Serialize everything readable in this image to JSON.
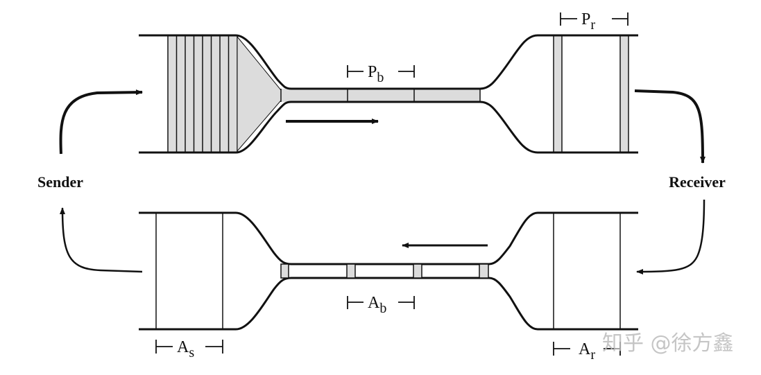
{
  "labels": {
    "sender": "Sender",
    "receiver": "Receiver",
    "pb": {
      "main": "P",
      "sub": "b"
    },
    "pr": {
      "main": "P",
      "sub": "r"
    },
    "ab": {
      "main": "A",
      "sub": "b"
    },
    "as": {
      "main": "A",
      "sub": "s"
    },
    "ar": {
      "main": "A",
      "sub": "r"
    }
  },
  "watermark": "知乎 @徐方鑫",
  "colors": {
    "line": "#111111",
    "packet_fill": "#dcdcdc",
    "watermark": "#bbbbbb"
  }
}
